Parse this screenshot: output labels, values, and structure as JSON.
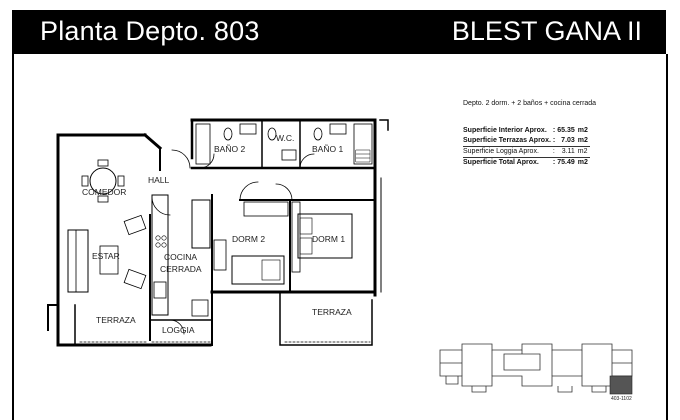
{
  "header": {
    "title_left": "Planta Depto. 803",
    "title_right": "BLEST GANA II",
    "background": "#000000",
    "text_color": "#ffffff"
  },
  "rooms": {
    "bano2": "BAÑO 2",
    "wc": "W.C.",
    "bano1": "BAÑO 1",
    "hall": "HALL",
    "comedor": "COMEDOR",
    "estar": "ESTAR",
    "cocina": "COCINA",
    "cerrada": "CERRADA",
    "dorm2": "DORM 2",
    "dorm1": "DORM 1",
    "terraza_left": "TERRAZA",
    "terraza_right": "TERRAZA",
    "loggia": "LOGGIA"
  },
  "info": {
    "description": "Depto. 2 dorm. + 2 baños + cocina cerrada",
    "rows": [
      {
        "label": "Superficie Interior Aprox.",
        "sep": ":",
        "value": "65.35",
        "unit": "m2"
      },
      {
        "label": "Superficie Terrazas Aprox.",
        "sep": ":",
        "value": "7.03",
        "unit": "m2"
      },
      {
        "label": "Superficie Loggia Aprox.",
        "sep": ":",
        "value": "3.11",
        "unit": "m2"
      },
      {
        "label": "Superficie Total Aprox.",
        "sep": ":",
        "value": "75.49",
        "unit": "m2"
      }
    ]
  },
  "key_plan": {
    "unit_label": "403-1102",
    "highlight_color": "#555555"
  }
}
